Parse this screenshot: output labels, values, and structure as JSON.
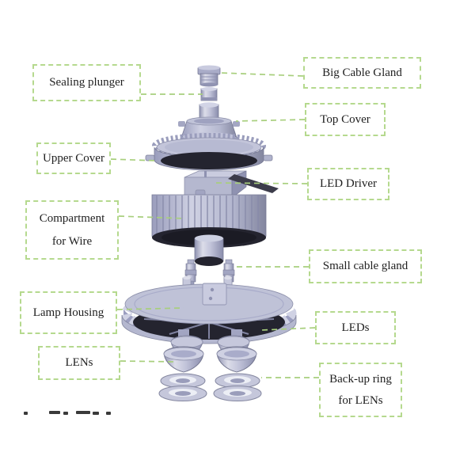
{
  "diagram": {
    "type": "exploded-view-parts-diagram",
    "subject": "LED high bay lamp exploded assembly",
    "colors": {
      "label_border": "#b5d98e",
      "leader_line": "#a8cf7d",
      "label_text": "#1f1f1f",
      "device_light": "#d7d8e8",
      "device_base": "#b7b9d3",
      "device_mid": "#9b9ec0",
      "device_dark": "#24242f"
    }
  },
  "labels": [
    {
      "id": "sealing-plunger",
      "lines": [
        "Sealing plunger"
      ]
    },
    {
      "id": "big-cable-gland",
      "lines": [
        "Big Cable Gland"
      ]
    },
    {
      "id": "top-cover",
      "lines": [
        "Top Cover"
      ]
    },
    {
      "id": "upper-cover",
      "lines": [
        "Upper Cover"
      ]
    },
    {
      "id": "led-driver",
      "lines": [
        "LED Driver"
      ]
    },
    {
      "id": "compartment-for-wire",
      "lines": [
        "Compartment",
        "for Wire"
      ]
    },
    {
      "id": "small-cable-gland",
      "lines": [
        "Small cable gland"
      ]
    },
    {
      "id": "lamp-housing",
      "lines": [
        "Lamp Housing"
      ]
    },
    {
      "id": "leds",
      "lines": [
        "LEDs"
      ]
    },
    {
      "id": "lens",
      "lines": [
        "LENs"
      ]
    },
    {
      "id": "backup-ring",
      "lines": [
        "Back-up ring",
        "for LENs"
      ]
    }
  ]
}
